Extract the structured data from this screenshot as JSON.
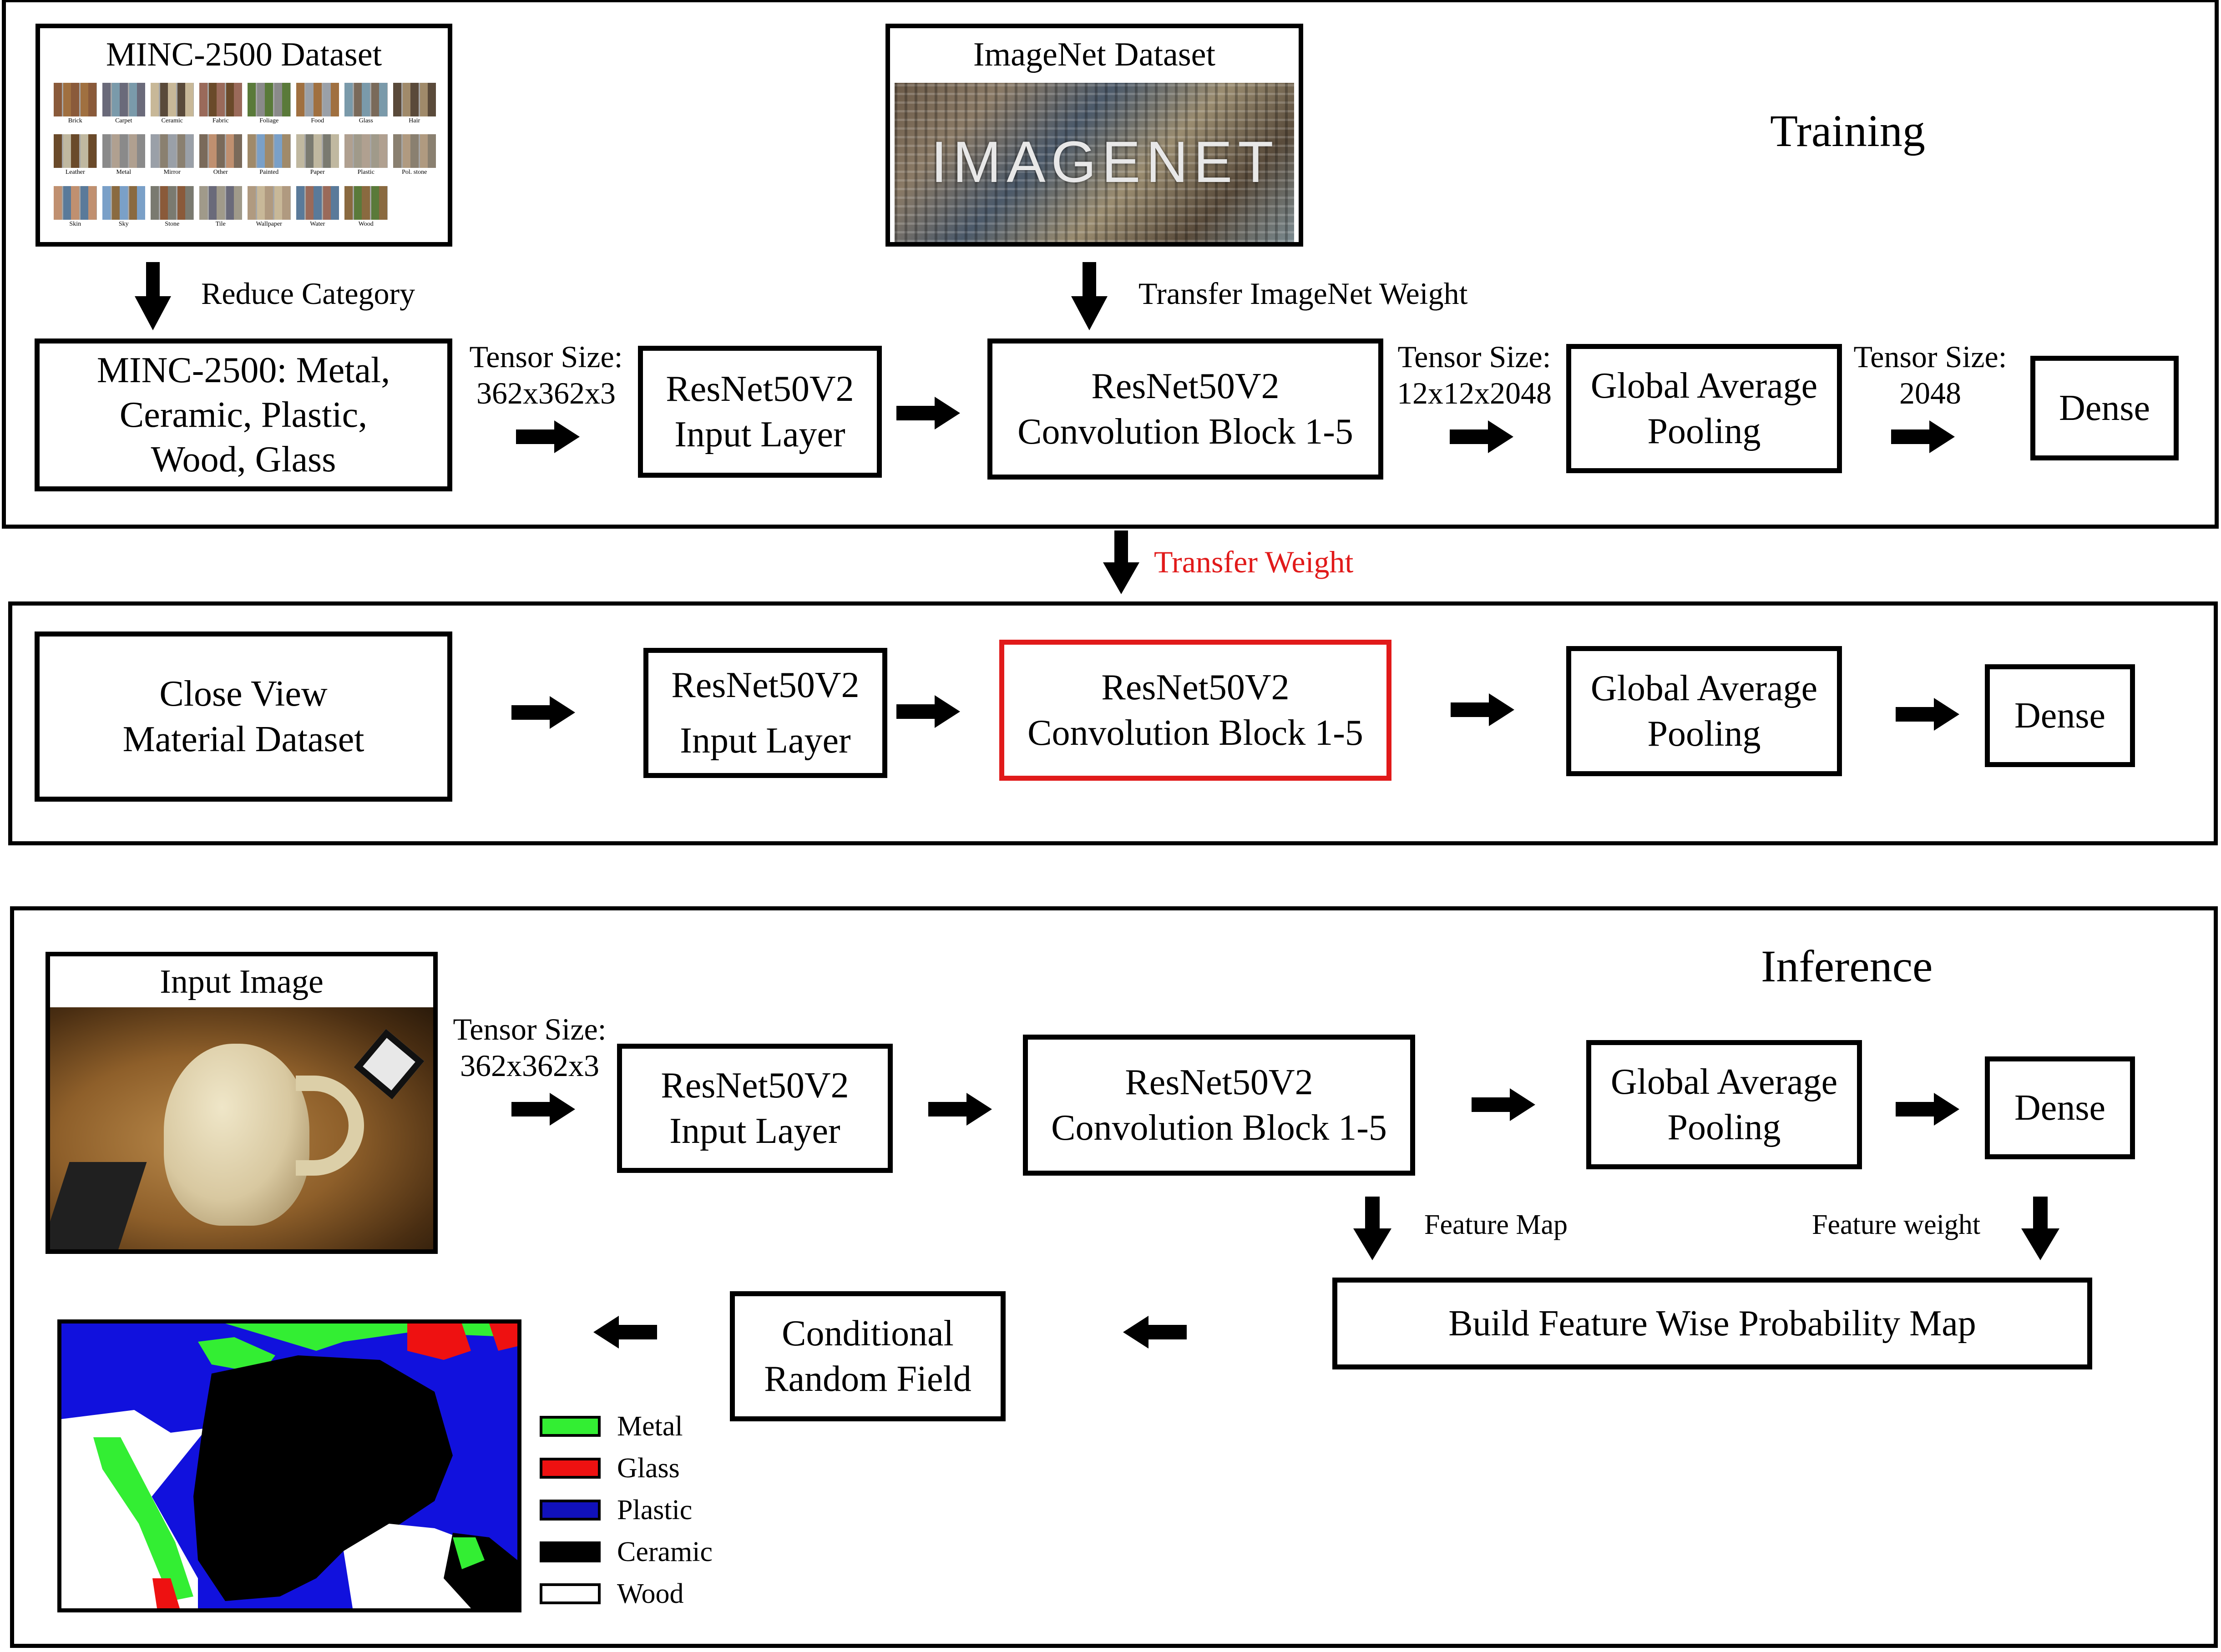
{
  "training": {
    "section_title": "Training",
    "minc_dataset": {
      "title": "MINC-2500 Dataset",
      "categories": [
        "Brick",
        "Carpet",
        "Ceramic",
        "Fabric",
        "Foliage",
        "Food",
        "Glass",
        "Hair",
        "Leather",
        "Metal",
        "Mirror",
        "Other",
        "Painted",
        "Paper",
        "Plastic",
        "Pol. stone",
        "Skin",
        "Sky",
        "Stone",
        "Tile",
        "Wallpaper",
        "Water",
        "Wood"
      ]
    },
    "imagenet_dataset": {
      "title": "ImageNet Dataset",
      "logo_text": "IMAGENET"
    },
    "reduce_category_label": "Reduce Category",
    "transfer_imagenet_label": "Transfer ImageNet Weight",
    "minc_reduced": [
      "MINC-2500: Metal,",
      "Ceramic, Plastic,",
      "Wood, Glass"
    ],
    "tensor_input": [
      "Tensor Size:",
      "362x362x3"
    ],
    "input_layer": [
      "ResNet50V2",
      "Input Layer"
    ],
    "conv_block": [
      "ResNet50V2",
      "Convolution Block 1-5"
    ],
    "tensor_conv": [
      "Tensor Size:",
      "12x12x2048"
    ],
    "gap": [
      "Global Average",
      "Pooling"
    ],
    "tensor_gap": [
      "Tensor Size:",
      "2048"
    ],
    "dense": "Dense"
  },
  "transfer_weight_label": "Transfer Weight",
  "finetune": {
    "dataset": [
      "Close View",
      "Material Dataset"
    ],
    "input_layer": [
      "ResNet50V2",
      "Input Layer"
    ],
    "conv_block": [
      "ResNet50V2",
      "Convolution Block 1-5"
    ],
    "gap": [
      "Global Average",
      "Pooling"
    ],
    "dense": "Dense"
  },
  "inference": {
    "section_title": "Inference",
    "input_image_title": "Input Image",
    "tensor_input": [
      "Tensor Size:",
      "362x362x3"
    ],
    "input_layer": [
      "ResNet50V2",
      "Input Layer"
    ],
    "conv_block": [
      "ResNet50V2",
      "Convolution Block 1-5"
    ],
    "gap": [
      "Global Average",
      "Pooling"
    ],
    "dense": "Dense",
    "feature_map_label": "Feature Map",
    "feature_weight_label": "Feature weight",
    "probability_map": "Build Feature Wise Probability Map",
    "crf": [
      "Conditional",
      "Random Field"
    ],
    "legend": [
      {
        "label": "Metal",
        "color": "#33ee33"
      },
      {
        "label": "Glass",
        "color": "#ee1111"
      },
      {
        "label": "Plastic",
        "color": "#1111bb"
      },
      {
        "label": "Ceramic",
        "color": "#000000"
      },
      {
        "label": "Wood",
        "color": "#ffffff"
      }
    ]
  },
  "colors": {
    "highlight": "#e11a1a",
    "line": "#000000"
  }
}
